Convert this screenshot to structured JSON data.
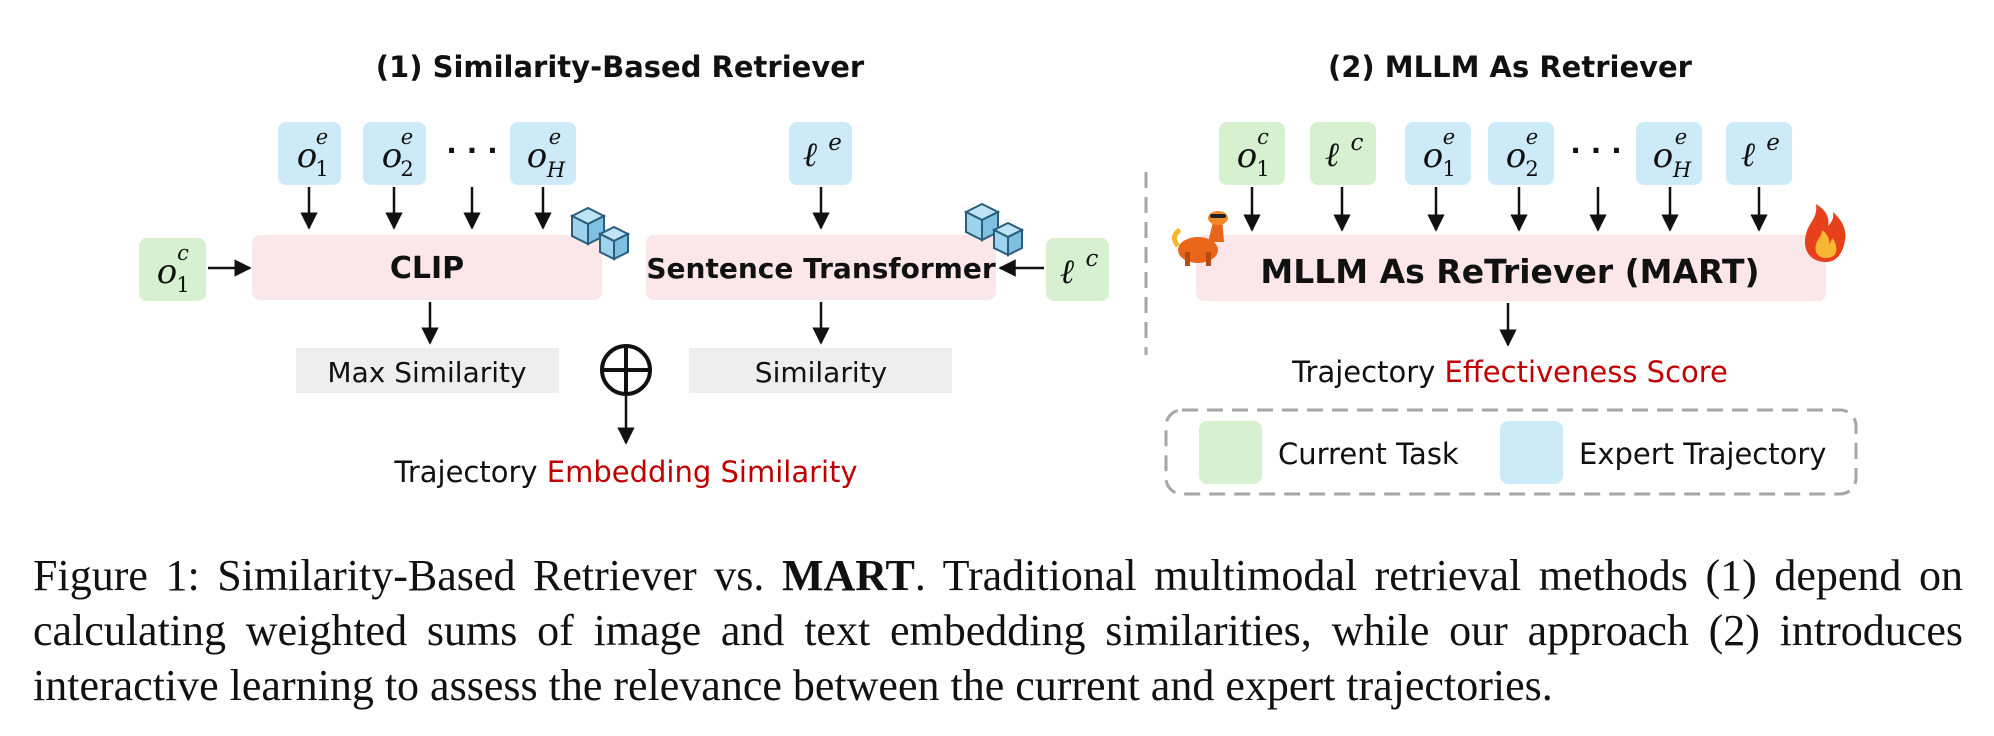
{
  "panel1": {
    "title": "(1) Similarity-Based Retriever",
    "image_tokens": [
      {
        "base": "o",
        "sub": "1",
        "sup": "e"
      },
      {
        "base": "o",
        "sub": "2",
        "sup": "e"
      },
      {
        "base": "o",
        "sub": "H",
        "sup": "e"
      }
    ],
    "ellipsis": "· · ·",
    "text_token": {
      "base": "ℓ",
      "sup": "e"
    },
    "current_obs": {
      "base": "o",
      "sub": "1",
      "sup": "c"
    },
    "current_instr": {
      "base": "ℓ",
      "sup": "c"
    },
    "clip_label": "CLIP",
    "st_label": "Sentence Transformer",
    "max_sim_label": "Max Similarity",
    "sim_label": "Similarity",
    "combine_symbol": "⊕",
    "result_prefix": "Trajectory",
    "result_highlight": "Embedding Similarity"
  },
  "panel2": {
    "title": "(2) MLLM As Retriever",
    "current_tokens": [
      {
        "base": "o",
        "sub": "1",
        "sup": "c"
      },
      {
        "base": "ℓ",
        "sup": "c"
      }
    ],
    "expert_tokens": [
      {
        "base": "o",
        "sub": "1",
        "sup": "e"
      },
      {
        "base": "o",
        "sub": "2",
        "sup": "e"
      },
      {
        "base": "o",
        "sub": "H",
        "sup": "e"
      },
      {
        "base": "ℓ",
        "sup": "e"
      }
    ],
    "ellipsis": "· · ·",
    "model_label": "MLLM As ReTriever (MART)",
    "result_prefix": "Trajectory",
    "result_highlight": "Effectiveness Score",
    "legend": {
      "current": "Current Task",
      "expert": "Expert Trajectory"
    }
  },
  "caption": {
    "prefix": "Figure 1: Similarity-Based Retriever vs. ",
    "bold": "MART",
    "text": ". Traditional multimodal retrieval methods (1) depend on calculating weighted sums of image and text embedding similarities, while our approach (2) introduces interactive learning to assess the relevance between the current and expert trajectories."
  },
  "colors": {
    "expert_box": "#cdeaf8",
    "current_box": "#d7f0cf",
    "model_box": "#fbe7e9",
    "score_box": "#eeeeee",
    "highlight": "#c00000",
    "text": "#111111"
  },
  "icons": [
    "frozen-cubes-icon",
    "frozen-cubes-icon",
    "llama-icon",
    "fire-icon",
    "arrow-icon",
    "circled-plus-icon"
  ]
}
